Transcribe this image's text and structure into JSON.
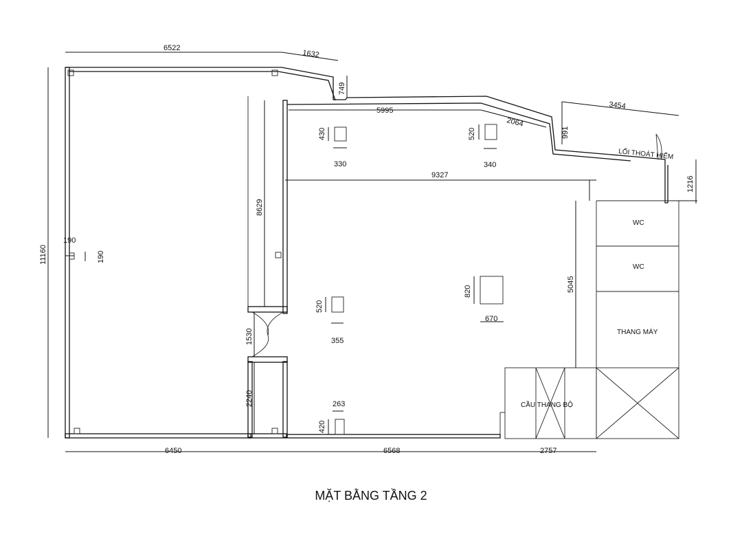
{
  "title": "MẶT BẰNG TẦNG 2",
  "dimensions": {
    "top_left_width": "6522",
    "top_angled": "1632",
    "top_jog": "749",
    "inner_top": "5995",
    "angled_right": "2064",
    "right_jog": "991",
    "top_right": "3454",
    "right_small": "1216",
    "overall_height": "11160",
    "inner_width": "9327",
    "left_partition": "8629",
    "door_opening": "1530",
    "lower_partition": "2240",
    "wc_run": "5045",
    "bottom_left": "6450",
    "bottom_mid": "6568",
    "bottom_right": "2757",
    "col_a_w": "330",
    "col_a_h": "430",
    "col_b_w": "340",
    "col_b_h": "520",
    "col_c_w": "355",
    "col_c_h": "520",
    "col_d_w": "670",
    "col_d_h": "820",
    "col_e_w": "263",
    "col_e_h": "420",
    "col_small_w": "190",
    "col_small_h": "190"
  },
  "rooms": {
    "wc_1": "WC",
    "wc_2": "WC",
    "elevator": "THANG MÁY",
    "stair": "CẦU THANG BỘ",
    "exit": "LỐI THOÁT HIỂM"
  }
}
